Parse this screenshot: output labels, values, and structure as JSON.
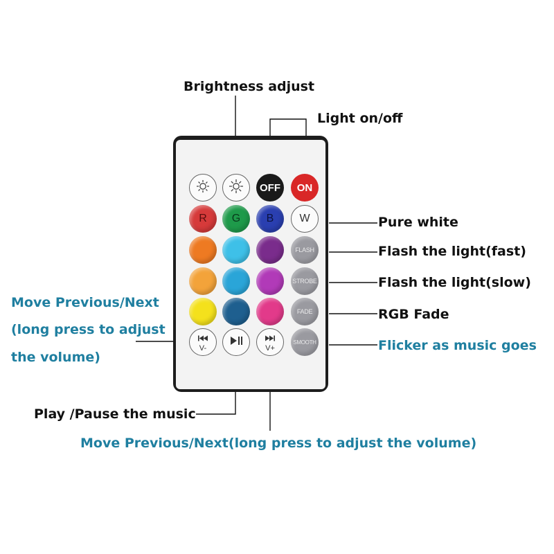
{
  "labels": {
    "brightness_adjust": "Brightness adjust",
    "light_on_off": "Light on/off",
    "pure_white": "Pure white",
    "flash_fast": "Flash the light(fast)",
    "flash_slow": "Flash the light(slow)",
    "rgb_fade": "RGB Fade",
    "flicker_music": "Flicker as music goes",
    "move_prev_next_left_1": "Move Previous/Next",
    "move_prev_next_left_2": "(long press to adjust",
    "move_prev_next_left_3": "the volume)",
    "play_pause": "Play /Pause the music",
    "move_prev_next_bottom": "Move Previous/Next(long press to adjust the volume)"
  },
  "buttons": {
    "off": "OFF",
    "on": "ON",
    "r": "R",
    "g": "G",
    "b": "B",
    "w": "W",
    "flash": "FLASH",
    "strobe": "STROBE",
    "fade": "FADE",
    "smooth": "SMOOTH",
    "vol_down": "V-",
    "vol_up": "V+"
  },
  "icons": {
    "brightness_down": "sun-icon",
    "brightness_up": "sun-icon",
    "prev": "skip-back-icon",
    "play_pause": "play-pause-icon",
    "next": "skip-forward-icon"
  },
  "colors": {
    "label_black": "#111111",
    "label_blue": "#1f7fa0",
    "red": "#d63a3a",
    "green": "#1e9a4a",
    "blue": "#2a3fb0",
    "orange": "#ee7a22",
    "light_orange": "#f3a33a",
    "yellow_orange": "#f7c33a",
    "yellow": "#f4e11c",
    "cyan": "#3ec0e8",
    "sky": "#2aa5d8",
    "mid_blue": "#2a7ab8",
    "navy": "#1e5f8f",
    "purple": "#7a2c8c",
    "magenta": "#b13ab8",
    "pink": "#e23a8a"
  }
}
